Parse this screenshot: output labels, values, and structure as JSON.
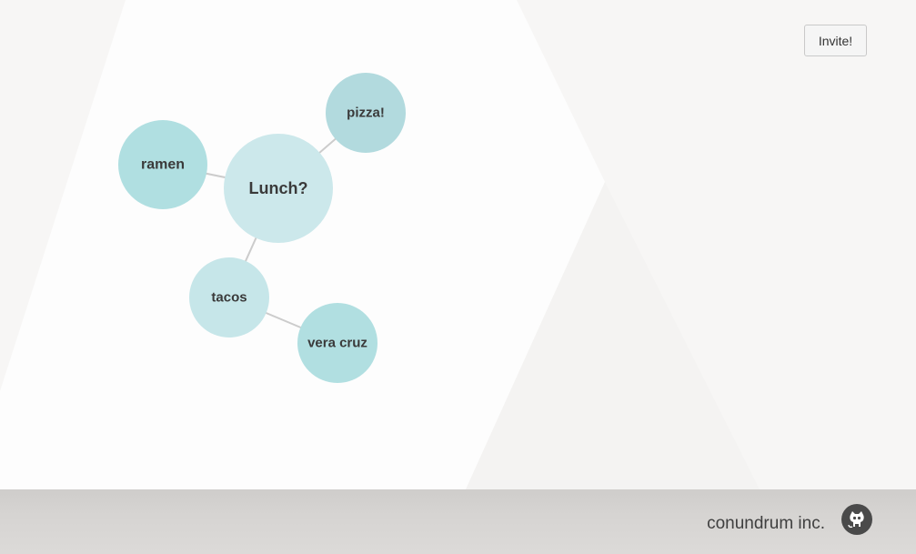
{
  "header": {
    "invite_label": "Invite!"
  },
  "mindmap": {
    "nodes": [
      {
        "id": "lunch",
        "label": "Lunch?",
        "color": "#cce8eb",
        "font": 18
      },
      {
        "id": "ramen",
        "label": "ramen",
        "color": "#b0dfe1",
        "font": 16
      },
      {
        "id": "pizza",
        "label": "pizza!",
        "color": "#b2dade",
        "font": 15
      },
      {
        "id": "tacos",
        "label": "tacos",
        "color": "#c6e6e9",
        "font": 15
      },
      {
        "id": "vera",
        "label": "vera cruz",
        "color": "#b1dfe1",
        "font": 15
      }
    ],
    "links": [
      {
        "source": "lunch",
        "target": "ramen"
      },
      {
        "source": "lunch",
        "target": "pizza"
      },
      {
        "source": "lunch",
        "target": "tacos"
      },
      {
        "source": "tacos",
        "target": "vera"
      }
    ],
    "link_color": "#cccccc"
  },
  "footer": {
    "company": "conundrum inc.",
    "github_icon": "github-octocat-icon"
  }
}
